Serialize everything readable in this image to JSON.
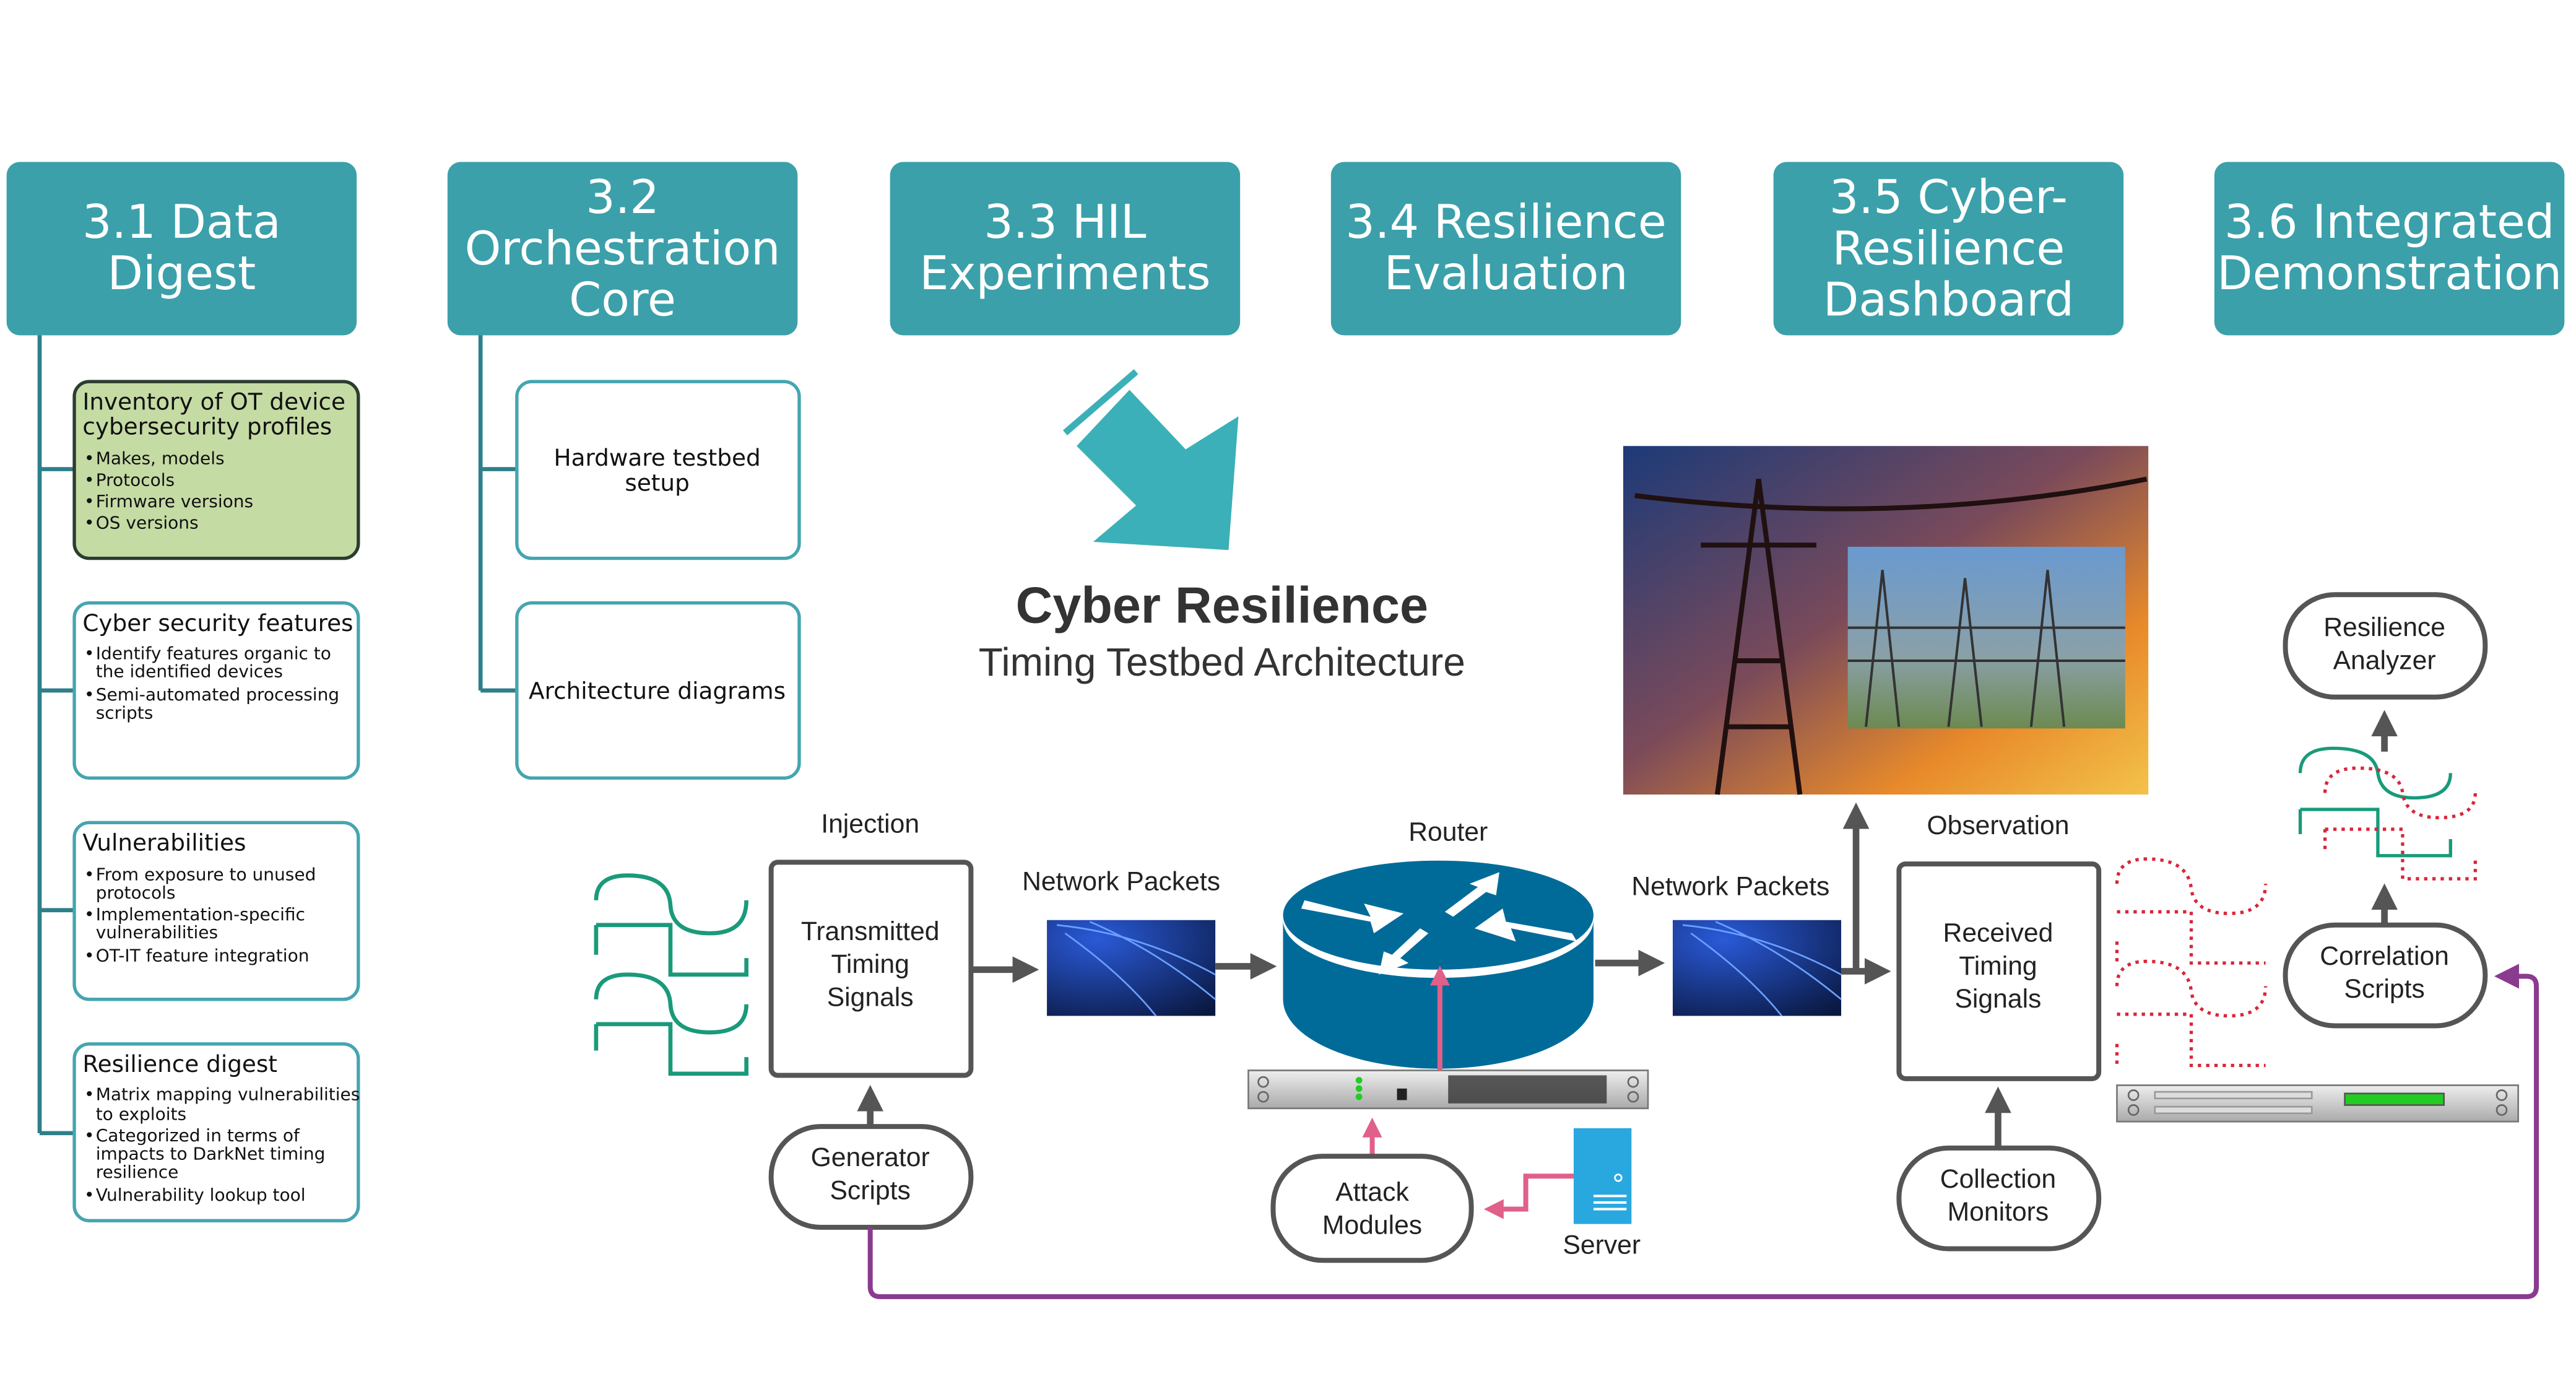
{
  "headers": [
    {
      "lines": [
        "3.1 Data",
        "Digest"
      ]
    },
    {
      "lines": [
        "3.2",
        "Orchestration",
        "Core"
      ]
    },
    {
      "lines": [
        "3.3 HIL",
        "Experiments"
      ]
    },
    {
      "lines": [
        "3.4 Resilience",
        "Evaluation"
      ]
    },
    {
      "lines": [
        "3.5 Cyber-",
        "Resilience",
        "Dashboard"
      ]
    },
    {
      "lines": [
        "3.6 Integrated",
        "Demonstration"
      ]
    }
  ],
  "data_digest": [
    {
      "title": [
        "Inventory of OT device",
        "cybersecurity profiles"
      ],
      "bullets": [
        [
          "Makes, models"
        ],
        [
          "Protocols"
        ],
        [
          "Firmware versions"
        ],
        [
          "OS versions"
        ]
      ]
    },
    {
      "title": [
        "Cyber security features"
      ],
      "bullets": [
        [
          "Identify features organic to",
          "the identified devices"
        ],
        [
          "Semi-automated processing",
          "scripts"
        ]
      ]
    },
    {
      "title": [
        "Vulnerabilities"
      ],
      "bullets": [
        [
          "From exposure to unused",
          "protocols"
        ],
        [
          "Implementation-specific",
          "vulnerabilities"
        ],
        [
          "OT-IT feature integration"
        ]
      ]
    },
    {
      "title": [
        "Resilience digest"
      ],
      "bullets": [
        [
          "Matrix mapping vulnerabilities",
          "to exploits"
        ],
        [
          "Categorized in terms of",
          "impacts to DarkNet timing",
          "resilience"
        ],
        [
          "Vulnerability lookup tool"
        ]
      ]
    }
  ],
  "orchestration": [
    {
      "lines": [
        "Hardware testbed",
        "setup"
      ]
    },
    {
      "lines": [
        "Architecture diagrams"
      ]
    }
  ],
  "title": {
    "main": "Cyber Resilience",
    "sub": "Timing Testbed Architecture"
  },
  "architecture": {
    "injection": "Injection",
    "transmitted": [
      "Transmitted",
      "Timing",
      "Signals"
    ],
    "network_packets_1": "Network Packets",
    "router": "Router",
    "network_packets_2": "Network Packets",
    "observation": "Observation",
    "received": [
      "Received",
      "Timing",
      "Signals"
    ],
    "generator": [
      "Generator",
      "Scripts"
    ],
    "attack": [
      "Attack",
      "Modules"
    ],
    "server": "Server",
    "collection": [
      "Collection",
      "Monitors"
    ],
    "correlation": [
      "Correlation",
      "Scripts"
    ],
    "analyzer": [
      "Resilience",
      "Analyzer"
    ]
  },
  "colors": {
    "header": "#3ba0aa",
    "green_card": "#c5dba4",
    "router": "#006b99",
    "attack_path": "#e0608a",
    "feedback": "#8a3b8f",
    "signal_teal": "#1a9a7a",
    "signal_red": "#d9263a",
    "server": "#29a8e0"
  }
}
